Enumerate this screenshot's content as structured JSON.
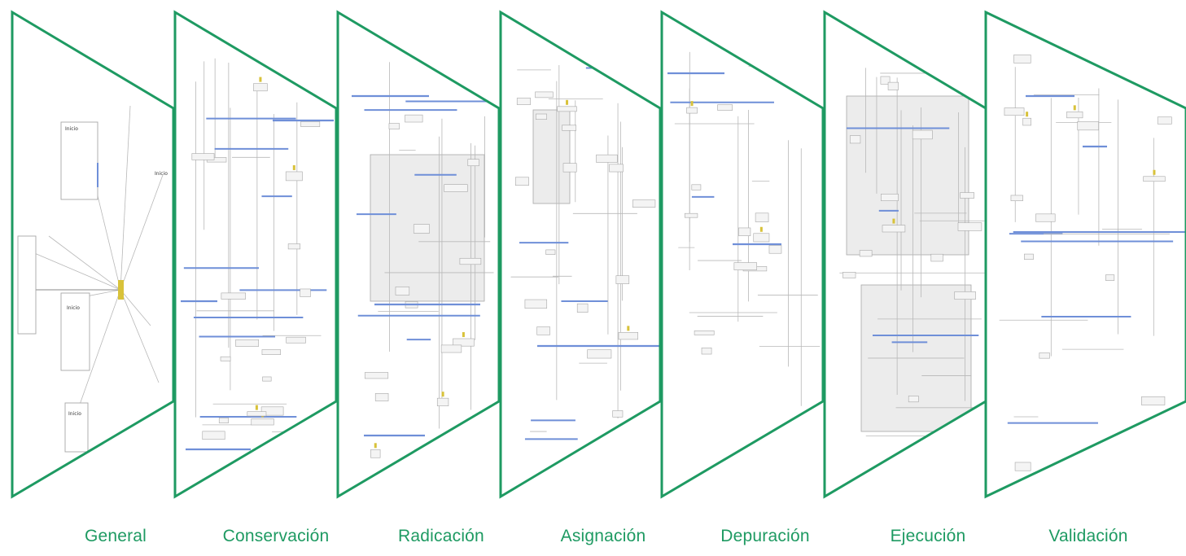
{
  "stages": [
    {
      "id": "general",
      "label": "General"
    },
    {
      "id": "conservacion",
      "label": "Conservación"
    },
    {
      "id": "radicacion",
      "label": "Radicación"
    },
    {
      "id": "asignacion",
      "label": "Asignación"
    },
    {
      "id": "depuracion",
      "label": "Depuración"
    },
    {
      "id": "ejecucion",
      "label": "Ejecución"
    },
    {
      "id": "validacion",
      "label": "Validación"
    }
  ],
  "general_node_labels": [
    "Inicio",
    "Inicio",
    "Inicio",
    "Inicio"
  ],
  "colors": {
    "frame": "#1e9a62",
    "caption": "#1e9a62",
    "blue_connector": "#6f8fd8",
    "gray_line": "#b8b8b8",
    "node_fill": "#f4f4f4",
    "node_border": "#a7a7a7",
    "group_fill": "#ececec",
    "accent": "#d8c23a"
  }
}
